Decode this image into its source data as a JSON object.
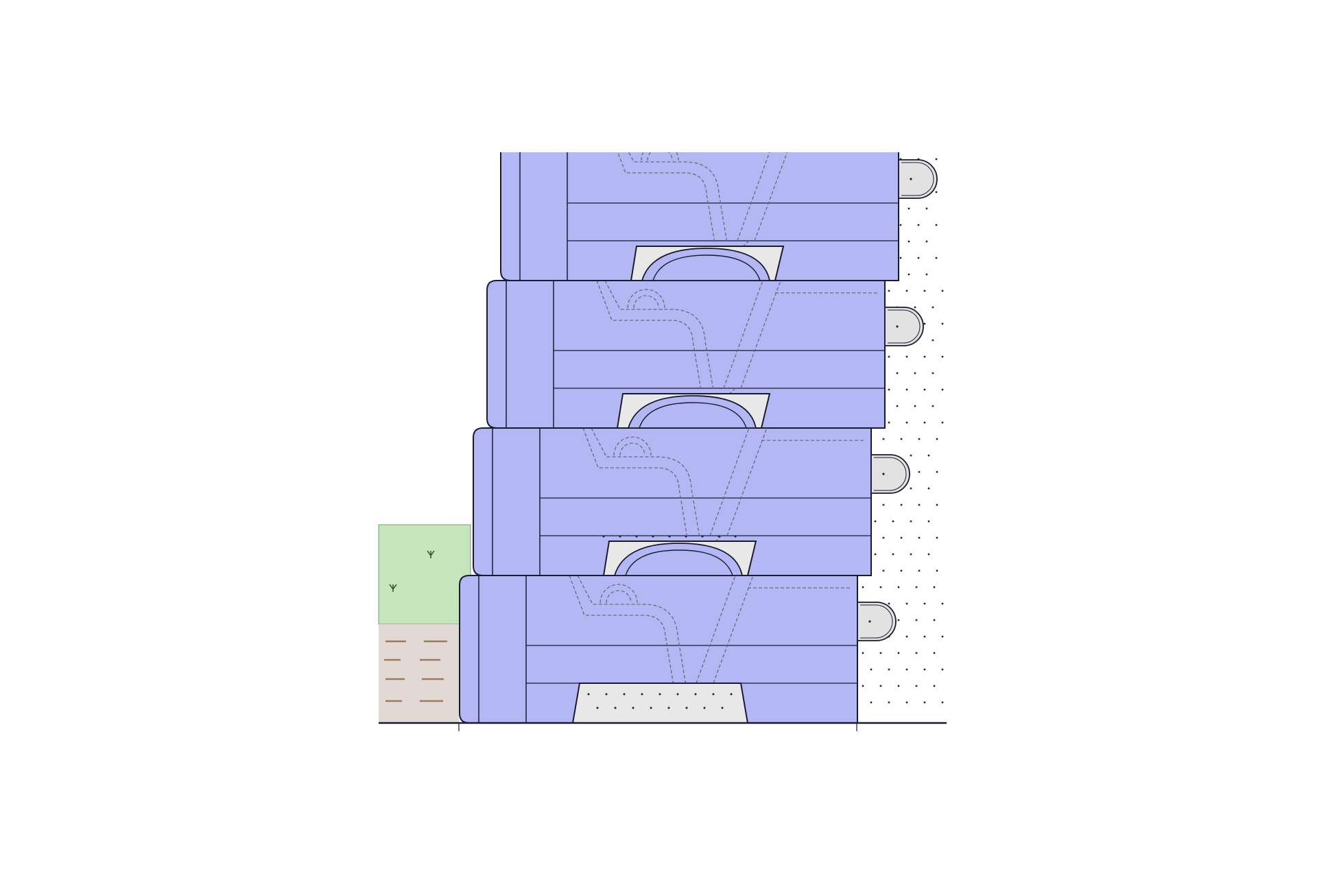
{
  "diagram": {
    "subject": "segmental-retaining-wall-cross-section",
    "block_count": 4,
    "components": [
      {
        "name": "retained-soil",
        "icon": "stipple-fill"
      },
      {
        "name": "wall-blocks",
        "icon": "block-section"
      },
      {
        "name": "grass-topsoil",
        "icon": "grass-hatch"
      },
      {
        "name": "embedment-soil",
        "icon": "dashed-soil"
      },
      {
        "name": "leveling-pad",
        "icon": "gravel-pad"
      },
      {
        "name": "connector-pins",
        "icon": "half-round-pin"
      }
    ],
    "colors": {
      "block_fill": "#b3b7f3",
      "block_stroke": "#1a1a2e",
      "hidden_line": "#6a6a7a",
      "grass": "#c5e5bc",
      "soil": "#e2d8d4",
      "soil_dash": "#9a7b5c",
      "gravel": "#e8e8e8",
      "pin_fill": "#e2e2e2",
      "stipple": "#222222"
    }
  }
}
